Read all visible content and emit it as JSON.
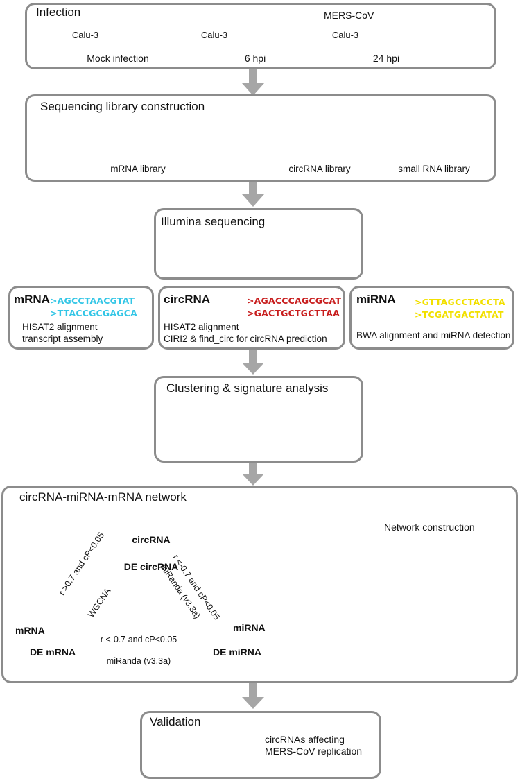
{
  "infection": {
    "title": "Infection",
    "virus_label": "MERS-CoV",
    "dish_label": "Calu-3",
    "group_labels": [
      "Mock infection",
      "6 hpi",
      "24 hpi"
    ]
  },
  "library": {
    "title": "Sequencing library construction",
    "labels": [
      "mRNA library",
      "circRNA library",
      "small RNA library"
    ]
  },
  "illumina": {
    "title": "Illumina sequencing"
  },
  "mrna_box": {
    "title": "mRNA",
    "seq1": ">AGCCTAACGTAT",
    "seq2": ">TTACCGCGAGCA",
    "line1": "HISAT2 alignment",
    "line2": "transcript assembly"
  },
  "circ_box": {
    "title": "circRNA",
    "seq1": ">AGACCCAGCGCAT",
    "seq2": ">GACTGCTGCTTAA",
    "line1": "HISAT2 alignment",
    "line2": "CIRI2 & find_circ for circRNA prediction"
  },
  "mirna_box": {
    "title": "miRNA",
    "seq1": ">GTTAGCCTACCTA",
    "seq2": ">TCGATGACTATAT",
    "line1": "BWA alignment and miRNA detection"
  },
  "clustering": {
    "title": "Clustering & signature analysis"
  },
  "network": {
    "title": "circRNA-miRNA-mRNA network",
    "circ_outer": "circRNA",
    "circ_inner": "DE circRNA",
    "mrna_outer": "mRNA",
    "mrna_inner": "DE mRNA",
    "mirna_outer": "miRNA",
    "mirna_inner": "DE miRNA",
    "edge_left_1": "r >0.7 and cP<0.05",
    "edge_left_2": "WGCNA",
    "edge_right_1": "r <-0.7 and cP<0.05",
    "edge_right_2": "miRanda (v3.3a)",
    "edge_bottom_1": "r <-0.7 and cP<0.05",
    "edge_bottom_2": "miRanda (v3.3a)",
    "construction_label": "Network construction"
  },
  "validation": {
    "title": "Validation",
    "result_line1": "circRNAs affecting",
    "result_line2": "MERS-CoV replication"
  },
  "colors": {
    "border": "#8c8c8c",
    "arrow": "#a6a6a6",
    "mock": "#d9d9d9",
    "hpi6": "#f5a833",
    "hpi24": "#ef6a10",
    "mrna_bg": "#bdeaf0",
    "circ_bg": "#f8d2d2",
    "small_bg": "#fbea7e",
    "mrna_seq": "#33c6e6",
    "circ_seq": "#c81e1e",
    "mirna_seq": "#f2e000"
  }
}
